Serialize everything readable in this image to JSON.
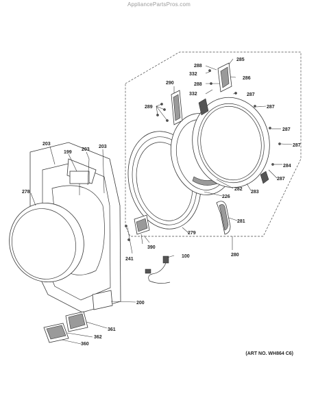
{
  "watermark": "AppliancePartsPros.com",
  "art_no": "(ART NO. WH864 C6)",
  "parts": {
    "p285": "285",
    "p288a": "288",
    "p332a": "332",
    "p286": "286",
    "p288b": "288",
    "p332b": "332",
    "p287a": "287",
    "p290": "290",
    "p289": "289",
    "p287b": "287",
    "p287c": "287",
    "p287d": "287",
    "p284": "284",
    "p287e": "287",
    "p203a": "203",
    "p199": "199",
    "p203b": "203",
    "p203c": "203",
    "p278": "278",
    "p282": "282",
    "p283": "283",
    "p226": "226",
    "p281": "281",
    "p279": "279",
    "p390": "390",
    "p100": "100",
    "p241": "241",
    "p280": "280",
    "p200": "200",
    "p361": "361",
    "p362": "362",
    "p360": "360"
  }
}
